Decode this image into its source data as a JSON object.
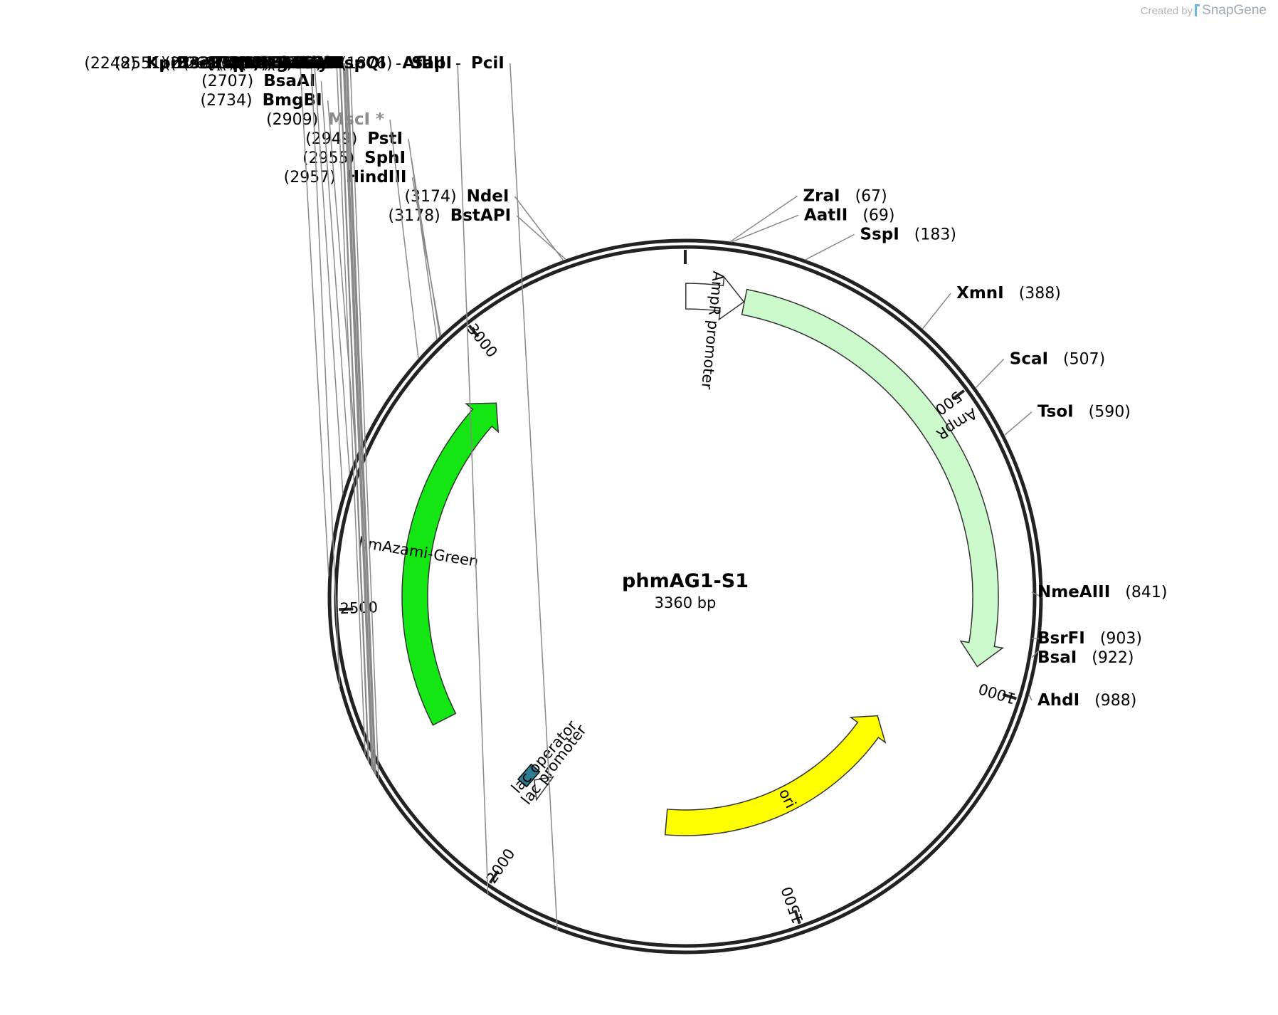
{
  "watermark": {
    "prefix": "Created by",
    "brand": "SnapGene"
  },
  "plasmid": {
    "name": "phmAG1-S1",
    "length_label": "3360 bp",
    "length_bp": 3360
  },
  "backbone_ticks": [
    {
      "bp": 0,
      "label": ""
    },
    {
      "bp": 500,
      "label": "500"
    },
    {
      "bp": 1000,
      "label": "1000"
    },
    {
      "bp": 1500,
      "label": "1500"
    },
    {
      "bp": 2000,
      "label": "2000"
    },
    {
      "bp": 2500,
      "label": "2500"
    },
    {
      "bp": 3000,
      "label": "3000"
    }
  ],
  "features": [
    {
      "name": "AmpR promoter",
      "type": "promoter",
      "start": 1,
      "end": 105,
      "strand": 1,
      "color": "#ffffff"
    },
    {
      "name": "AmpR",
      "type": "gene",
      "start": 106,
      "end": 966,
      "strand": 1,
      "color": "#ccf9cc"
    },
    {
      "name": "ori",
      "type": "origin",
      "start": 1137,
      "end": 1725,
      "strand": -1,
      "color": "#ffff00"
    },
    {
      "name": "lac promoter",
      "type": "promoter",
      "start": 2018,
      "end": 2048,
      "strand": 1,
      "color": "#ffffff"
    },
    {
      "name": "lac operator",
      "type": "operator",
      "start": 2056,
      "end": 2072,
      "strand": 1,
      "color": "#2b7d96"
    },
    {
      "name": "hmAzami-Green",
      "type": "gene",
      "start": 2268,
      "end": 2946,
      "strand": 1,
      "color": "#14e614"
    }
  ],
  "sites": [
    {
      "pos": "(67)",
      "names": [
        "ZraI"
      ],
      "gray": false,
      "side": "right"
    },
    {
      "pos": "(69)",
      "names": [
        "AatII"
      ],
      "gray": false,
      "side": "right"
    },
    {
      "pos": "(183)",
      "names": [
        "SspI"
      ],
      "gray": false,
      "side": "right"
    },
    {
      "pos": "(388)",
      "names": [
        "XmnI"
      ],
      "gray": false,
      "side": "right"
    },
    {
      "pos": "(507)",
      "names": [
        "ScaI"
      ],
      "gray": false,
      "side": "right"
    },
    {
      "pos": "(590)",
      "names": [
        "TsoI"
      ],
      "gray": false,
      "side": "right"
    },
    {
      "pos": "(841)",
      "names": [
        "NmeAIII"
      ],
      "gray": false,
      "side": "right"
    },
    {
      "pos": "(903)",
      "names": [
        "BsrFI"
      ],
      "gray": false,
      "side": "right"
    },
    {
      "pos": "(922)",
      "names": [
        "BsaI"
      ],
      "gray": false,
      "side": "right"
    },
    {
      "pos": "(988)",
      "names": [
        "AhdI"
      ],
      "gray": false,
      "side": "right"
    },
    {
      "pos": "(1876)",
      "names": [
        "AflIII",
        "PciI"
      ],
      "gray": false,
      "side": "left"
    },
    {
      "pos": "(1993)",
      "names": [
        "BspQI",
        "SapI"
      ],
      "gray": false,
      "side": "left"
    },
    {
      "pos": "(2232)",
      "names": [
        "ApoI",
        "EcoRI"
      ],
      "gray": false,
      "side": "left"
    },
    {
      "pos": "(2240)",
      "names": [
        "Eco53kI"
      ],
      "gray": false,
      "side": "left"
    },
    {
      "pos": "(2242)",
      "names": [
        "SacI"
      ],
      "gray": false,
      "side": "left"
    },
    {
      "pos": "(2244)",
      "names": [
        "Acc65I"
      ],
      "gray": false,
      "side": "left"
    },
    {
      "pos": "(2248)",
      "names": [
        "KpnI",
        "TspMI",
        "XmaI"
      ],
      "gray": false,
      "side": "left"
    },
    {
      "pos": "(2250)",
      "names": [
        "SmaI"
      ],
      "gray": false,
      "side": "left"
    },
    {
      "pos": "(2253)",
      "names": [
        "BamHI"
      ],
      "gray": false,
      "side": "left"
    },
    {
      "pos": "(2262)",
      "names": [
        "NcoI",
        "StyI"
      ],
      "gray": false,
      "side": "left"
    },
    {
      "pos": "(2264)",
      "names": [
        "AleI"
      ],
      "gray": false,
      "side": "left"
    },
    {
      "pos": "(2274)",
      "names": [
        "BclI *"
      ],
      "gray": true,
      "side": "left"
    },
    {
      "pos": "(2383)",
      "names": [
        "PflMI *"
      ],
      "gray": true,
      "side": "left"
    },
    {
      "pos": "(2551)",
      "names": [
        "BseRI",
        "BsgI"
      ],
      "gray": false,
      "side": "left"
    },
    {
      "pos": "(2675)",
      "names": [
        "BbsI"
      ],
      "gray": false,
      "side": "left"
    },
    {
      "pos": "(2707)",
      "names": [
        "BsaAI"
      ],
      "gray": false,
      "side": "left"
    },
    {
      "pos": "(2734)",
      "names": [
        "BmgBI"
      ],
      "gray": false,
      "side": "left"
    },
    {
      "pos": "(2909)",
      "names": [
        "MscI *"
      ],
      "gray": true,
      "side": "left"
    },
    {
      "pos": "(2949)",
      "names": [
        "PstI"
      ],
      "gray": false,
      "side": "left"
    },
    {
      "pos": "(2955)",
      "names": [
        "SphI"
      ],
      "gray": false,
      "side": "left"
    },
    {
      "pos": "(2957)",
      "names": [
        "HindIII"
      ],
      "gray": false,
      "side": "left"
    },
    {
      "pos": "(3174)",
      "names": [
        "NdeI"
      ],
      "gray": false,
      "side": "left"
    },
    {
      "pos": "(3178)",
      "names": [
        "BstAPI"
      ],
      "gray": false,
      "side": "left"
    }
  ]
}
